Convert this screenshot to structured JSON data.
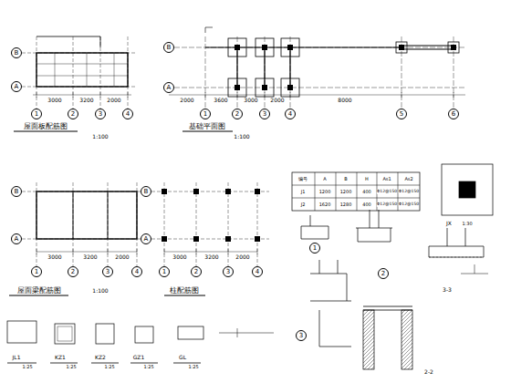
{
  "diagram": {
    "nodes": [
      {
        "text": [
          "B"
        ]
      },
      {
        "text": [
          "A"
        ]
      },
      {
        "text": [
          "1"
        ]
      },
      {
        "text": [
          "2"
        ]
      },
      {
        "text": [
          "3"
        ]
      },
      {
        "text": [
          "4"
        ]
      },
      {
        "text": [
          "B"
        ]
      },
      {
        "text": [
          "A"
        ]
      },
      {
        "text": [
          "1"
        ]
      },
      {
        "text": [
          "2"
        ]
      },
      {
        "text": [
          "3"
        ]
      },
      {
        "text": [
          "4"
        ]
      },
      {
        "text": [
          "5"
        ]
      },
      {
        "text": [
          "6"
        ]
      },
      {
        "text": [
          "B"
        ]
      },
      {
        "text": [
          "A"
        ]
      },
      {
        "text": [
          "1"
        ]
      },
      {
        "text": [
          "2"
        ]
      },
      {
        "text": [
          "3"
        ]
      },
      {
        "text": [
          "4"
        ]
      },
      {
        "text": [
          "B"
        ]
      },
      {
        "text": [
          "A"
        ]
      },
      {
        "text": [
          "1"
        ]
      },
      {
        "text": [
          "2"
        ]
      },
      {
        "text": [
          "3"
        ]
      },
      {
        "text": [
          "4"
        ]
      },
      {
        "text": [
          "1"
        ]
      },
      {
        "text": [
          "2"
        ]
      },
      {
        "text": [
          "3"
        ]
      }
    ],
    "labels": [
      "屋面板配筋图",
      "1:100",
      "3000",
      "3200",
      "2000",
      "基础平面图",
      "1:100",
      "2000",
      "3600",
      "3000",
      "2000",
      "8000",
      "屋面梁配筋图",
      "1:100",
      "3000",
      "3200",
      "2000",
      "柱配筋图",
      "3000",
      "3200",
      "2000",
      "编号",
      "A",
      "B",
      "H",
      "As1",
      "As2",
      "J1",
      "1200",
      "1200",
      "400",
      "Φ12@150",
      "Φ12@150",
      "J2",
      "1620",
      "1280",
      "400",
      "Φ12@150",
      "Φ12@150",
      "JX",
      "1:30",
      "3-3",
      "2-2",
      "KZ1",
      "1:25",
      "KZ2",
      "1:25",
      "GZ1",
      "1:25",
      "GL",
      "1:25",
      "JL1",
      "1:25"
    ]
  }
}
